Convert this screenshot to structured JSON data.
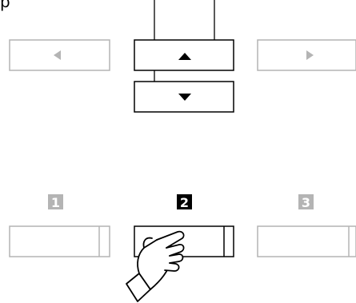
{
  "top_text": "p",
  "colors": {
    "active": "#000000",
    "inactive": "#b4b4b4",
    "badge_active_text": "#ffffff",
    "badge_inactive_text": "#ffffff",
    "background": "#ffffff"
  },
  "cursor_buttons": {
    "left": {
      "icon": "triangle-left-icon",
      "active": false
    },
    "up": {
      "icon": "triangle-up-icon",
      "active": true
    },
    "right": {
      "icon": "triangle-right-icon",
      "active": false
    },
    "down": {
      "icon": "triangle-down-icon",
      "active": true
    }
  },
  "memory_buttons": [
    {
      "number": "1",
      "active": false
    },
    {
      "number": "2",
      "active": true
    },
    {
      "number": "3",
      "active": false
    }
  ],
  "hand": {
    "icon": "pointing-hand-icon"
  }
}
